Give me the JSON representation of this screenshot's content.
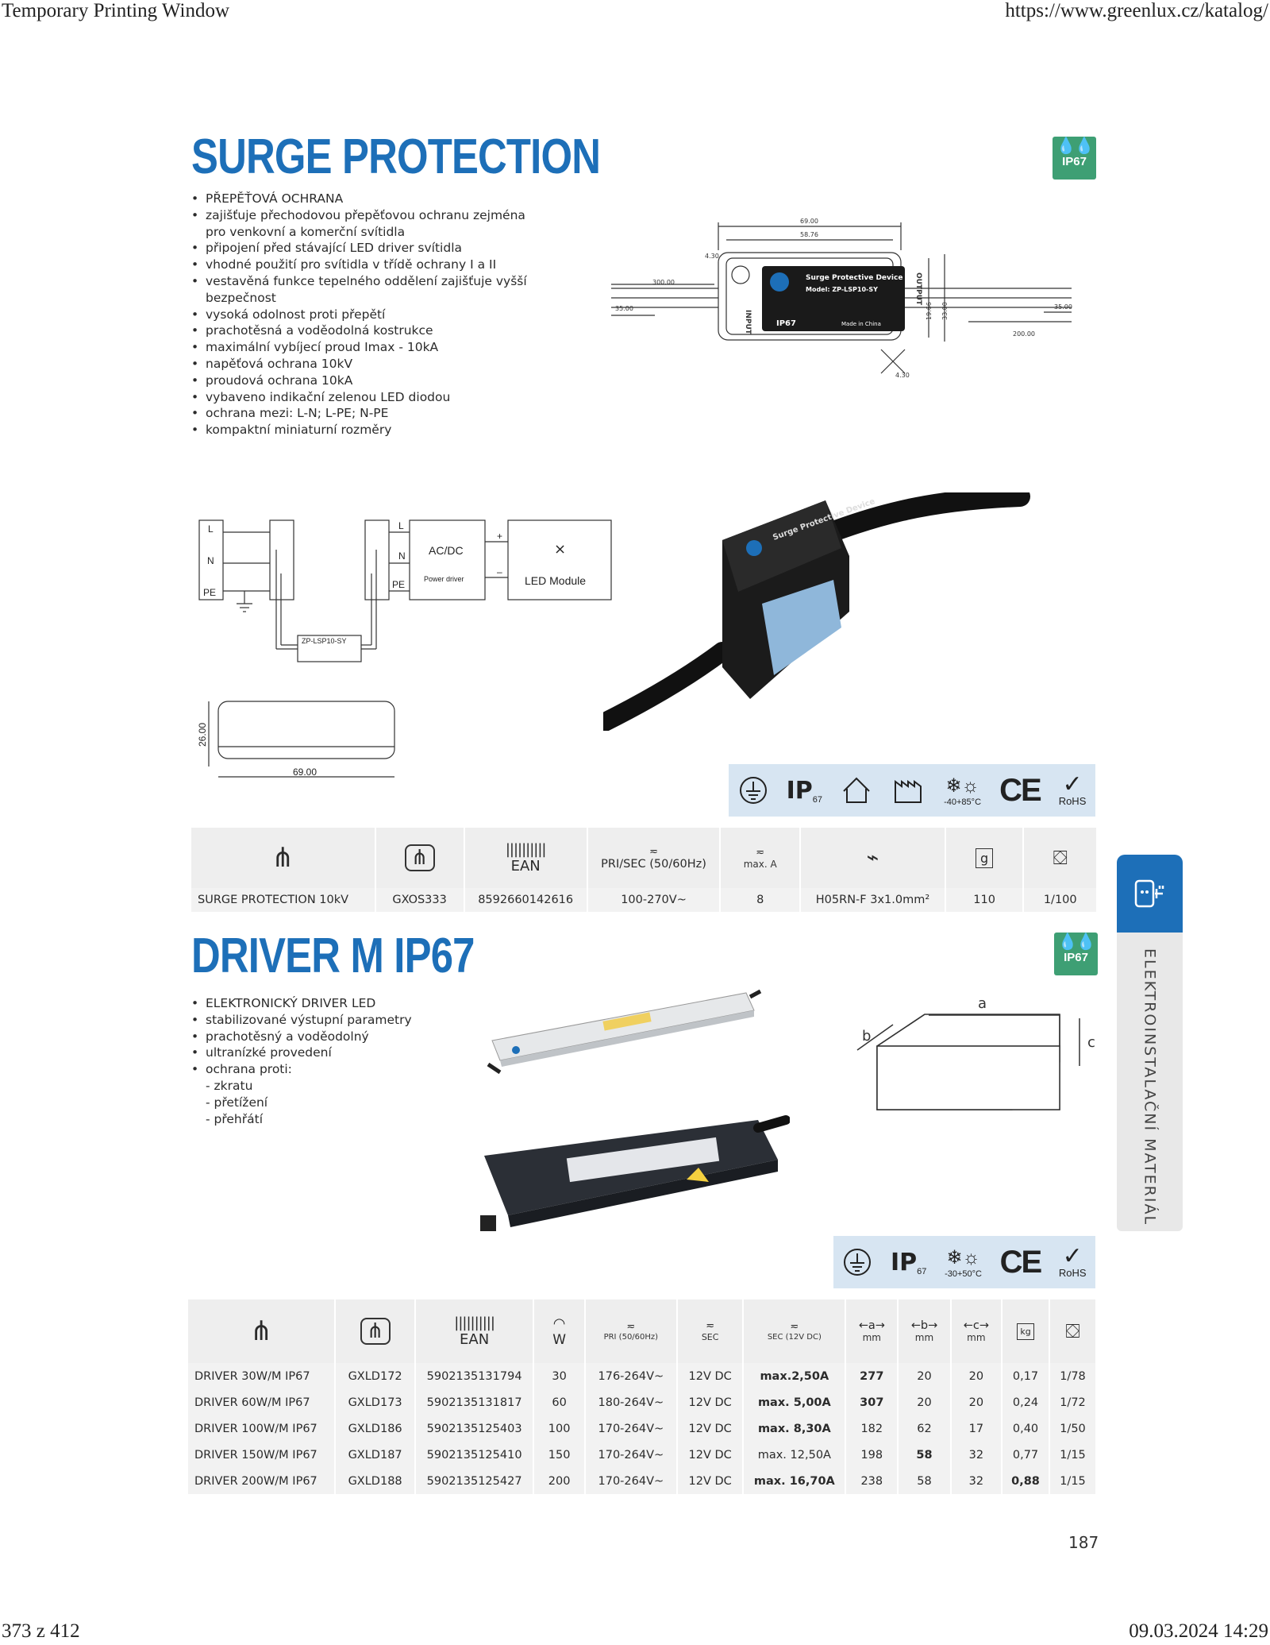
{
  "browser": {
    "window_title": "Temporary Printing Window",
    "url": "https://www.greenlux.cz/katalog/",
    "page_counter": "373 z 412",
    "datetime": "09.03.2024 14:29"
  },
  "page_number": "187",
  "side_tab": {
    "label": "ELEKTROINSTALAČNÍ MATERIÁL",
    "icon": "socket-plug-icon"
  },
  "section1": {
    "title": "SURGE PROTECTION",
    "badge": "IP67",
    "bullets": [
      "PŘEPĚŤOVÁ OCHRANA",
      "zajišťuje přechodovou přepěťovou ochranu zejména",
      "pro venkovní a komerční svítidla",
      "připojení před stávající LED driver svítidla",
      "vhodné použití pro svítidla v třídě ochrany I a II",
      "vestavěná funkce tepelného oddělení zajišťuje vyšší",
      "bezpečnost",
      "vysoká odolnost proti přepětí",
      "prachotěsná a voděodolná kostrukce",
      "maximální vybíjecí proud Imax - 10kA",
      "napěťová ochrana 10kV",
      "proudová ochrana 10kA",
      "vybaveno indikační zelenou LED diodou",
      "ochrana mezi: L-N; L-PE; N-PE",
      "kompaktní miniaturní rozměry"
    ],
    "drawing": {
      "dims": [
        "69.00",
        "58.76",
        "4.30",
        "300.00",
        "35.00",
        "19.66",
        "33.00",
        "35.00",
        "200.00",
        "4.30"
      ],
      "label_title": "Surge Protective Device",
      "label_model": "Model: ZP-LSP10-SY",
      "label_ip": "IP67",
      "label_made": "Made in China",
      "port_input": "INPUT",
      "port_output": "OUTPUT"
    },
    "wiring": {
      "L": "L",
      "N": "N",
      "PE": "PE",
      "acdc": "AC/DC",
      "power_driver": "Power driver",
      "led_module": "LED Module",
      "device": "ZP-LSP10-SY",
      "plus": "+",
      "minus": "–"
    },
    "side_view": {
      "height": "26.00",
      "width": "69.00"
    },
    "photo_label": "Surge Protective Device",
    "icons": [
      "earth-ground-icon",
      "ip67-icon",
      "indoor-outdoor-icon",
      "factory-icon",
      "temperature-icon",
      "ce-mark-icon",
      "rohs-icon"
    ],
    "icon_texts": {
      "ip_sub": "67",
      "temp": "-40+85°C",
      "ce": "CE",
      "rohs": "RoHS"
    },
    "table": {
      "headers": [
        "",
        "",
        "EAN",
        "PRI/SEC (50/60Hz)",
        "max. A",
        "",
        "",
        ""
      ],
      "row": [
        "SURGE PROTECTION 10kV",
        "GXOS333",
        "8592660142616",
        "100-270V~",
        "8",
        "H05RN-F 3x1.0mm²",
        "110",
        "1/100"
      ]
    }
  },
  "section2": {
    "title": "DRIVER M IP67",
    "badge": "IP67",
    "bullets": [
      "ELEKTRONICKÝ DRIVER LED",
      "stabilizované výstupní parametry",
      "prachotěsný a voděodolný",
      "ultranízké provedení",
      "ochrana proti:"
    ],
    "sub_items": [
      "- zkratu",
      "- přetížení",
      "- přehřátí"
    ],
    "dim_labels": {
      "a": "a",
      "b": "b",
      "c": "c"
    },
    "icon_texts": {
      "ip_sub": "67",
      "temp": "-30+50°C",
      "ce": "CE",
      "rohs": "RoHS"
    },
    "table": {
      "headers": [
        "",
        "",
        "EAN",
        "W",
        "PRI (50/60Hz)",
        "SEC",
        "SEC (12V DC)",
        "a",
        "b",
        "c",
        "kg",
        ""
      ],
      "unit": "mm",
      "rows": [
        [
          "DRIVER 30W/M IP67",
          "GXLD172",
          "5902135131794",
          "30",
          "176-264V~",
          "12V DC",
          "max.2,50A",
          "277",
          "20",
          "20",
          "0,17",
          "1/78"
        ],
        [
          "DRIVER 60W/M IP67",
          "GXLD173",
          "5902135131817",
          "60",
          "180-264V~",
          "12V DC",
          "max. 5,00A",
          "307",
          "20",
          "20",
          "0,24",
          "1/72"
        ],
        [
          "DRIVER 100W/M IP67",
          "GXLD186",
          "5902135125403",
          "100",
          "170-264V~",
          "12V DC",
          "max. 8,30A",
          "182",
          "62",
          "17",
          "0,40",
          "1/50"
        ],
        [
          "DRIVER 150W/M IP67",
          "GXLD187",
          "5902135125410",
          "150",
          "170-264V~",
          "12V DC",
          "max. 12,50A",
          "198",
          "58",
          "32",
          "0,77",
          "1/15"
        ],
        [
          "DRIVER 200W/M IP67",
          "GXLD188",
          "5902135125427",
          "200",
          "170-264V~",
          "12V DC",
          "max. 16,70A",
          "238",
          "58",
          "32",
          "0,88",
          "1/15"
        ]
      ]
    }
  }
}
